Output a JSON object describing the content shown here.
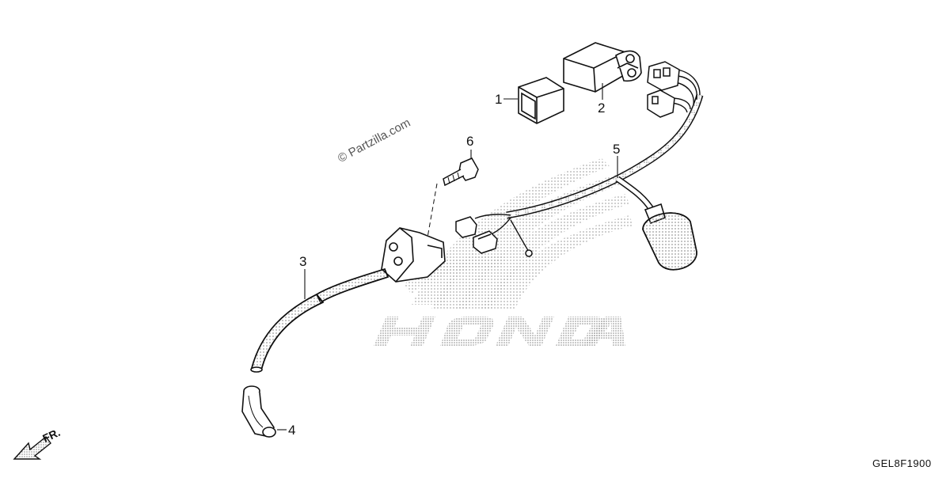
{
  "diagram": {
    "callouts": [
      "1",
      "2",
      "3",
      "4",
      "5",
      "6"
    ],
    "watermark": "© Partzilla.com",
    "background_logo": "HONDA",
    "diagram_code": "GEL8F1900",
    "direction_label": "FR."
  },
  "colors": {
    "line": "#111111",
    "dots": "#9a9a9a",
    "background": "#ffffff"
  }
}
